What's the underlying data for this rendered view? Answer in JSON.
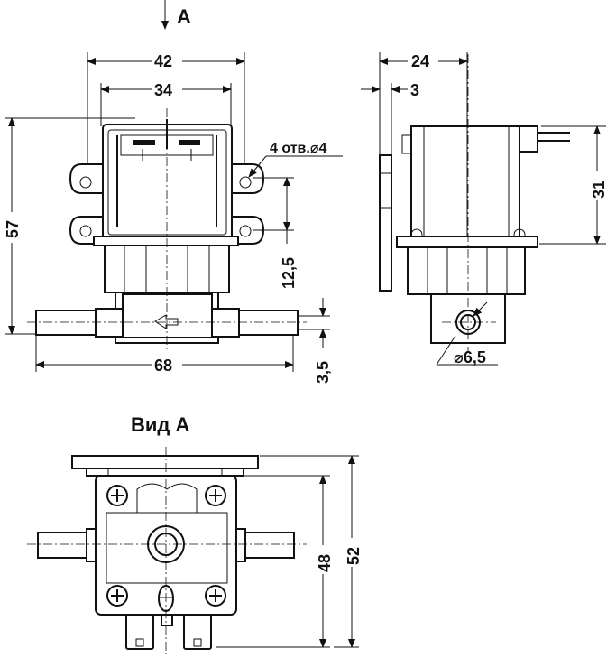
{
  "view_arrow_label": "A",
  "front_view": {
    "dim_width_outer": "42",
    "dim_width_inner": "34",
    "dim_height": "57",
    "dim_holes_spacing": "12,5",
    "dim_holes_note": "4 отв.⌀4",
    "dim_length": "68",
    "dim_pipe_offset": "3,5"
  },
  "side_view": {
    "dim_depth": "24",
    "dim_flange": "3",
    "dim_coil_height": "31",
    "dim_outlet_diameter": "⌀6,5"
  },
  "bottom_view": {
    "title": "Вид А",
    "dim_height_inner": "48",
    "dim_height_outer": "52"
  }
}
